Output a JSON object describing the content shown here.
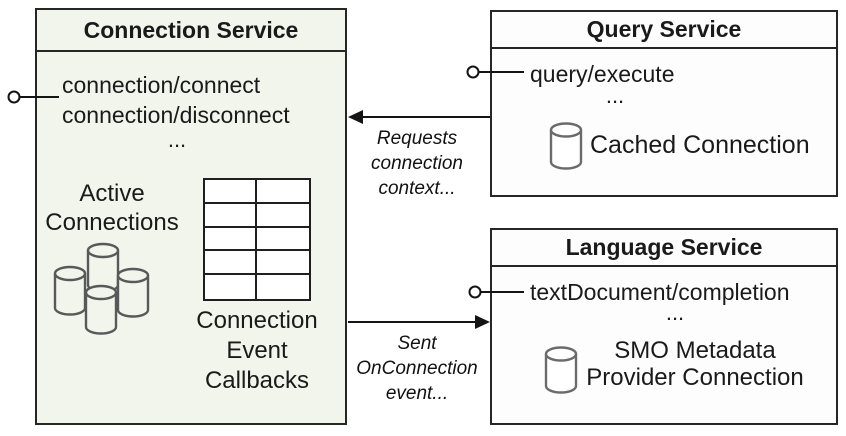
{
  "connection_service": {
    "title": "Connection Service",
    "methods": [
      "connection/connect",
      "connection/disconnect"
    ],
    "ellipsis": "...",
    "active_connections_label": "Active\nConnections",
    "callbacks_label": "Connection\nEvent\nCallbacks",
    "table_icon": {
      "rows": 5,
      "cols": 2
    }
  },
  "query_service": {
    "title": "Query Service",
    "methods": [
      "query/execute"
    ],
    "ellipsis": "...",
    "cached_connection_label": "Cached Connection"
  },
  "language_service": {
    "title": "Language Service",
    "methods": [
      "textDocument/completion"
    ],
    "ellipsis": "...",
    "smo_label": "SMO Metadata\nProvider Connection"
  },
  "edge_labels": {
    "requests": "Requests\nconnection\ncontext...",
    "sent": "Sent\nOnConnection\nevent..."
  },
  "colors": {
    "connection_fill": "#f2f5ec",
    "service_fill": "#fdfdfd",
    "border": "#262626",
    "text": "#1a1a1a",
    "db_icon_stroke": "#6b6b6b",
    "cluster_icon_stroke": "#595959"
  }
}
